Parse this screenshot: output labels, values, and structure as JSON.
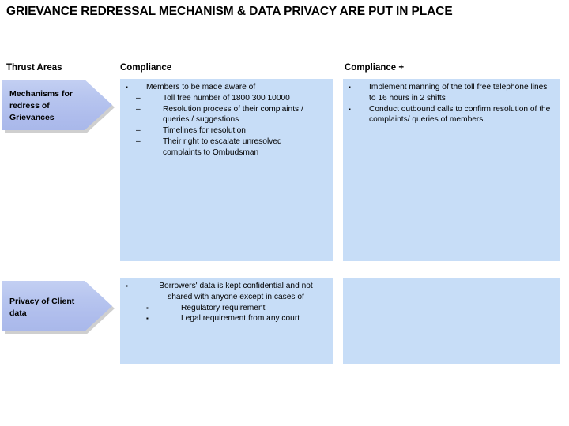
{
  "slide": {
    "title": "GRIEVANCE REDRESSAL MECHANISM & DATA PRIVACY ARE PUT IN PLACE",
    "colors": {
      "chevron_fill_top": "#c3cff2",
      "chevron_fill_bottom": "#a9b8ea",
      "content_box_fill": "#c7ddf7",
      "text": "#000000",
      "background": "#ffffff"
    }
  },
  "headers": {
    "thrust_areas": "Thrust Areas",
    "compliance": "Compliance",
    "compliance_plus": "Compliance +"
  },
  "rows": [
    {
      "thrust_area": "Mechanisms for redress of Grievances",
      "compliance": [
        {
          "level": 1,
          "marker": "▪",
          "text": "Members to be made aware of"
        },
        {
          "level": 2,
          "marker": "–",
          "text": "Toll free number of 1800 300 10000"
        },
        {
          "level": 2,
          "marker": "–",
          "text": "Resolution process of their complaints / queries / suggestions"
        },
        {
          "level": 2,
          "marker": "–",
          "text": "Timelines for resolution"
        },
        {
          "level": 2,
          "marker": "–",
          "text": "Their right to escalate unresolved complaints to Ombudsman"
        }
      ],
      "compliance_plus": [
        {
          "level": 1,
          "marker": "▪",
          "text": "Implement manning of the toll free telephone lines to 16 hours in 2 shifts"
        },
        {
          "level": 1,
          "marker": "▪",
          "text": "Conduct outbound calls to  confirm resolution of the complaints/ queries of members."
        }
      ]
    },
    {
      "thrust_area": "Privacy of Client data",
      "compliance": [
        {
          "level": 1,
          "marker": "▪",
          "text": "Borrowers' data is kept confidential and not shared with anyone except in cases of"
        },
        {
          "level": 3,
          "marker": "▪",
          "text": "Regulatory requirement"
        },
        {
          "level": 3,
          "marker": "▪",
          "text": "Legal requirement from any court"
        }
      ],
      "compliance_plus": []
    }
  ]
}
